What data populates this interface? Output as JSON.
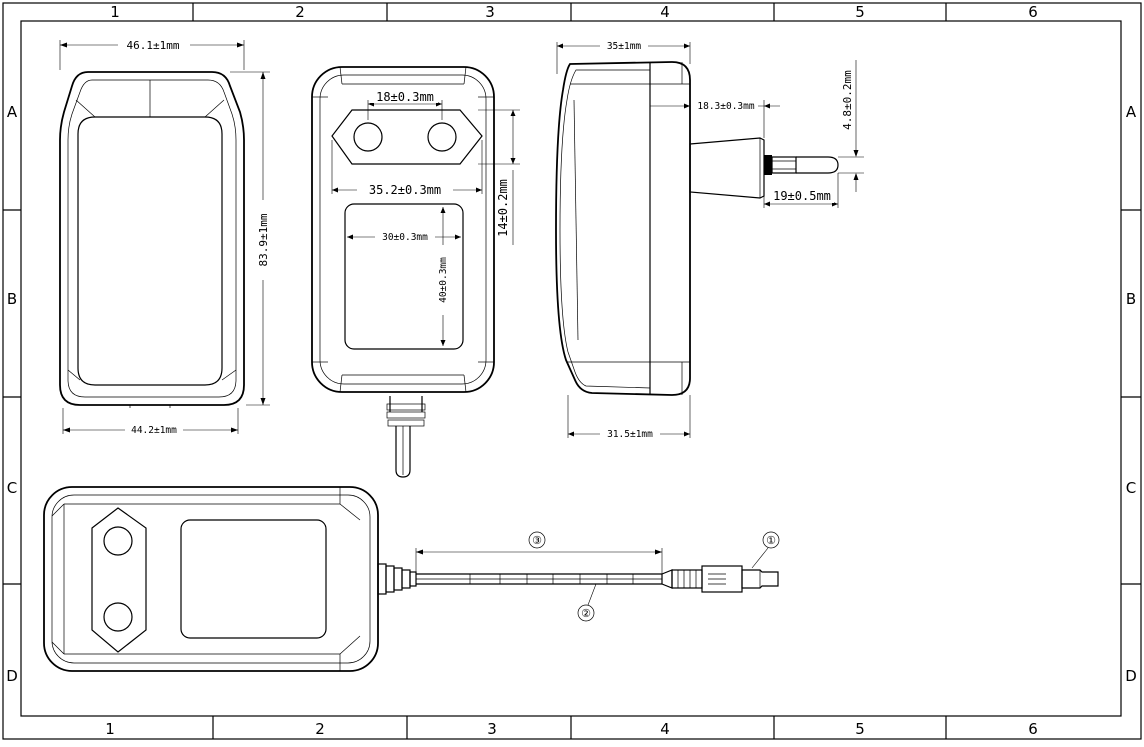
{
  "border": {
    "columns": [
      "1",
      "2",
      "3",
      "4",
      "5",
      "6"
    ],
    "rows": [
      "A",
      "B",
      "C",
      "D"
    ]
  },
  "dimensions": {
    "top_width": "46.1±1mm",
    "bottom_width": "44.2±1mm",
    "height": "83.9±1mm",
    "pin_spacing": "18±0.3mm",
    "socket_width": "35.2±0.3mm",
    "socket_height": "14±0.2mm",
    "label_width": "30±0.3mm",
    "label_height": "40±0.3mm",
    "side_top_depth": "35±1mm",
    "side_bottom_depth": "31.5±1mm",
    "pin_offset": "18.3±0.3mm",
    "pin_diameter": "4.8±0.2mm",
    "pin_length": "19±0.5mm"
  },
  "callouts": [
    "①",
    "②",
    "③"
  ]
}
